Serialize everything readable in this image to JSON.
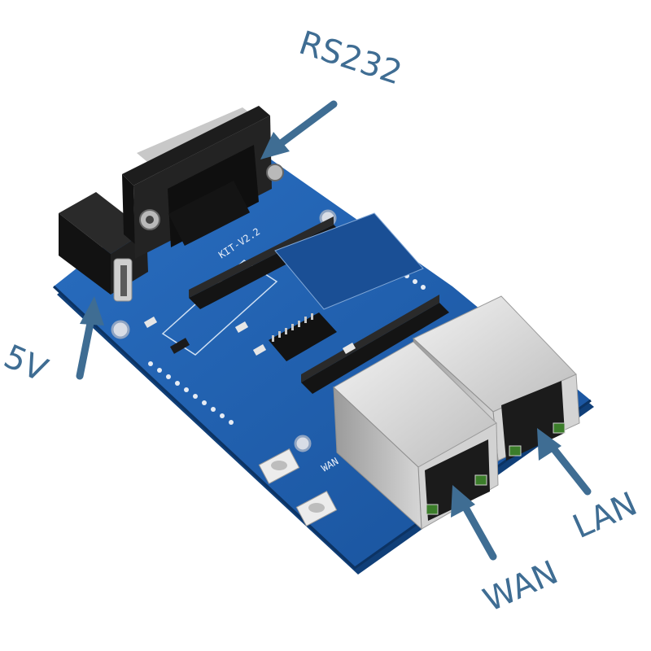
{
  "labels": {
    "rs232": "RS232",
    "power_5v": "5V",
    "wan": "WAN",
    "lan": "LAN"
  },
  "board_print": {
    "version": "KIT-V2.2",
    "wan_silk": "WAN"
  },
  "colors": {
    "pcb": "#1f5fb0",
    "pcb_dark": "#154a8e",
    "arrow": "#3f6d93",
    "header": "#151515",
    "metal": "#d9d9d9"
  }
}
